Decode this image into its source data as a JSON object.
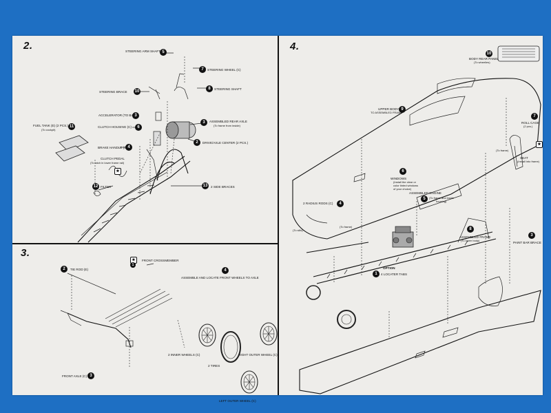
{
  "step2": {
    "title": "2.",
    "labels": {
      "steering_arm_shaft": "STEERING ARM SHAFT",
      "steering_wheel": "STEERING WHEEL (C)",
      "steering_brace": "STEERING BRACE",
      "steering_shaft": "STEERING SHAFT",
      "accelerator": "ACCELERATOR (To bats)",
      "assembled_rear_axle": "ASSEMBLED REAR AXLE",
      "assembled_rear_axle_note": "(To frame from inside)",
      "clutch_housing": "CLUTCH HOUSING (C)",
      "fuel_tank": "FUEL TANK (E) (2 pcs.)",
      "fuel_tank_note": "(To cockpit)",
      "drive_axle_center": "DRIVE/AXLE CENTER (2 pcs.)",
      "brake_handle": "BRAKE HANDLE (C)",
      "clutch_pedal": "CLUTCH PEDAL",
      "clutch_pedal_note": "(To latch in lower frame rail)",
      "filter": "FILTER",
      "side_braces": "2 SIDE BRACES"
    },
    "numbers": {
      "n5": "5",
      "n7": "7",
      "n10": "10",
      "n8": "8",
      "n3": "3",
      "n6": "6",
      "n11": "11",
      "n2": "2",
      "n4": "4",
      "n12": "12",
      "n13": "13"
    }
  },
  "step3": {
    "title": "3.",
    "labels": {
      "tie_rod": "TIE ROD (E)",
      "front_crossmember": "FRONT CROSSMEMBER",
      "assemble_front_wheels": "ASSEMBLE AND LOCATE FRONT WHEELS TO AXLE",
      "inner_wheels": "2 INNER WHEELS (C)",
      "right_outer_wheel": "RIGHT OUTER WHEEL (C)",
      "tires": "2 TIRES",
      "front_axle": "FRONT AXLE (C)",
      "left_outer_wheel": "LEFT OUTER WHEEL (C)"
    },
    "numbers": {
      "n2": "2",
      "n1": "1",
      "n4": "4",
      "n3": "3"
    }
  },
  "step4": {
    "title": "4.",
    "labels": {
      "body_rear_panel": "BODY REAR PANEL",
      "body_rear_panel_note": "(To wheelies)",
      "upper_body": "UPPER BODY",
      "upper_body_note": "TO ASSEMBLED FRAME",
      "roll_cage": "ROLL CAGE",
      "roll_cage_note": "(2 pcs.)",
      "windows": "WINDOWS",
      "windows_note1": "(Install the clear or",
      "windows_note2": "color tinted windows",
      "windows_note3": "of your choice)",
      "to_frame_1": "(To frame)",
      "to_frame_2": "(To frame)",
      "to_sills": "(To sills)",
      "radius_rods": "2 RADIUS RODS (C)",
      "assembled_engine": "ASSEMBLED ENGINE",
      "assembled_engine_note1": "(To frame and inside",
      "assembled_engine_note2": "housing)",
      "seat": "SEAT",
      "seat_note": "(Install into frame)",
      "assembled_frame": "ASSEMBLED FRAME",
      "assembled_frame_note": "(To lower body)",
      "paint_bar_brace": "PAINT BAR BRACE",
      "option": "OPTION",
      "locater_tabs": "4 LOCATER TABS"
    },
    "numbers": {
      "n10": "10",
      "n9": "9",
      "n7": "7",
      "n8": "8",
      "n5": "5",
      "n4": "4",
      "n3": "3",
      "n6": "6",
      "n1": "1"
    }
  }
}
